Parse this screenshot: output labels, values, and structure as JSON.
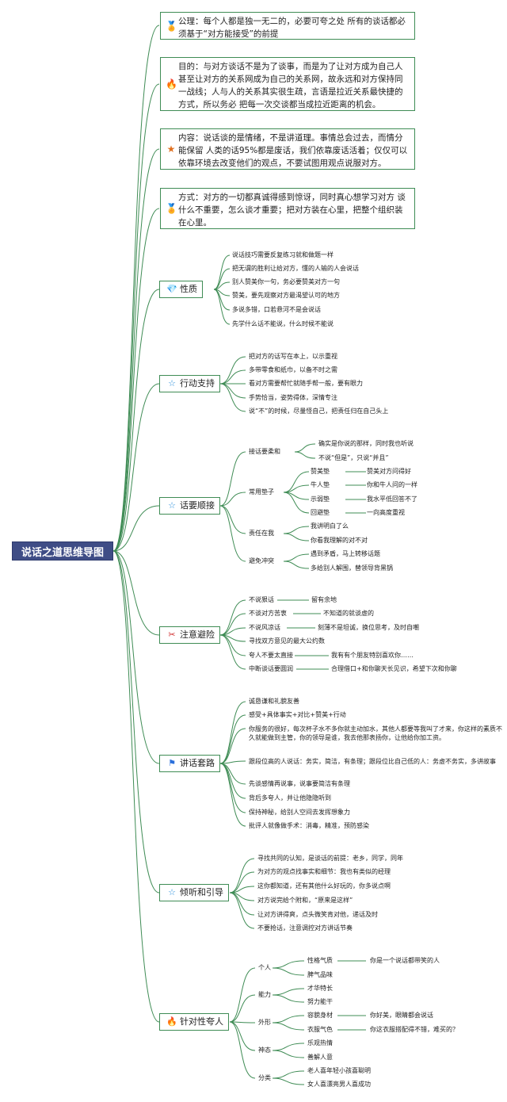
{
  "title": "说话之道思维导图",
  "principles": [
    {
      "label": "公理：每个人都是独一无二的，必要可夸之处 所有的谈话都必须基于“对方能接受”的前提",
      "icon": "medal-icon",
      "color": "#d9a400"
    },
    {
      "label": "目的：与对方谈话不是为了谈事，而是为了让对方成为自己人 甚至让对方的关系网成为自己的关系网，故永远和对方保持同一战线；人与人的关系其实很生疏，言语是拉近关系最快捷的方式，所以务必 把每一次交谈都当成拉近距离的机会。",
      "icon": "flame-icon",
      "color": "#2a6fdb"
    },
    {
      "label": "内容：说话谈的是情绪，不是讲道理。事情总会过去，而情分能保留 人类的话95%都是废话，我们依靠废话活着；仅仅可以依靠环境去改变他们的观点，不要试图用观点说服对方。",
      "icon": "star-icon",
      "color": "#e07020"
    },
    {
      "label": "方式：对方的一切都真诚得感到惊讶，同时真心想学习对方 谈什么不重要，怎么谈才重要；把对方装在心里，把整个组织装在心里。",
      "icon": "medal-icon",
      "color": "#d9a400"
    }
  ],
  "categories": [
    {
      "label": "性质",
      "icon": "gem-icon",
      "color": "#e8b400",
      "items": [
        "说话技巧需要反复练习就和做题一样",
        "把无谓的胜利让给对方，懂的人输的人会说话",
        "别人赞美你一句，务必要赞美对方一句",
        "赞美，要先观察对方最渴望认可的地方",
        "多说多错，口若悬河不是会说话",
        "先学什么话不能说，什么时候不能说"
      ]
    },
    {
      "label": "行动支持",
      "icon": "star-outline-icon",
      "color": "#2a8fdb",
      "items": [
        "把对方的话写在本上，以示重视",
        "多带零食和纸巾，以备不时之需",
        "看对方需要帮忙就随手帮一般，要有眼力",
        "手势恰当，姿势得体，深情专注",
        "说“不”的时候，尽量怪自己，把责任归在自己头上"
      ]
    },
    {
      "label": "话要顺接",
      "icon": "star-outline-icon",
      "color": "#2a8fdb",
      "groups": [
        {
          "label": "接话要柔和",
          "items": [
            "确实是你说的那样，同时我也听说",
            "不说“但是”，只说“并且”"
          ]
        },
        {
          "label": "常用垫子",
          "pairs": [
            [
              "赞美垫",
              "赞美对方问得好"
            ],
            [
              "牛人垫",
              "你和牛人问的一样"
            ],
            [
              "示弱垫",
              "我水平低回答不了"
            ],
            [
              "回避垫",
              "一向高度重视"
            ]
          ]
        },
        {
          "label": "责任在我",
          "items": [
            "我讲明白了么",
            "你看我理解的对不对"
          ]
        },
        {
          "label": "避免冲突",
          "items": [
            "遇到矛盾，马上转移话题",
            "多给别人解围，替领导背黑锅"
          ]
        }
      ]
    },
    {
      "label": "注意避险",
      "icon": "scissors-icon",
      "color": "#d03030",
      "rows": [
        [
          "不说狠话",
          "留有余地"
        ],
        [
          "不谈对方苦衷",
          "不知道的就谈虚的"
        ],
        [
          "不说风凉话",
          "刻薄不是坦诚，换位思考，及时自嘲"
        ],
        [
          "寻找双方意见的最大公约数",
          ""
        ],
        [
          "夸人不要太直接",
          "我有有个朋友特别喜欢你……"
        ],
        [
          "中断谈话要圆润",
          "合理借口+和你聊天长见识，希望下次和你聊"
        ]
      ]
    },
    {
      "label": "讲话套路",
      "icon": "flag-icon",
      "color": "#2a6fdb",
      "items": [
        "诚恳谦和礼貌友善",
        "感受+具体事实+对比+赞美+行动",
        "你服务的很好，每次杯子水不多你就主动加水，其他人都要等我叫了才来，你这样的素质不久就能做到主管，你的领导是谁，我去他那表扬你，让他给你加工资。",
        "跟段位高的人说话：务实，简洁，有条理；跟段位比自己低的人：务虚不务实，多讲故事",
        "先谈感情再说事，说事要简洁有条理",
        "背后多夸人，并让他隐隐听到",
        "保持神秘，给别人空间去发挥想象力",
        "批评人就像做手术：消毒，精准，预防感染"
      ]
    },
    {
      "label": "倾听和引导",
      "icon": "star-outline-icon",
      "color": "#2a8fdb",
      "items": [
        "寻找共同的认知，是谈话的前提：老乡，同学，同年",
        "为对方的观点找事实和细节：我也有类似的经理",
        "这你都知道，还有其他什么好玩的，你多说点啊",
        "对方说完给个附和，“原来是这样”",
        "让对方讲得爽，点头微笑肯对他，递话及时",
        "不要抢话，注意调控对方讲话节奏"
      ]
    },
    {
      "label": "针对性夸人",
      "icon": "flame-icon",
      "color": "#e04020",
      "groups": [
        {
          "label": "个人",
          "rows": [
            [
              "性格气质",
              "你是一个说话都带笑的人"
            ],
            [
              "脾气品味",
              ""
            ]
          ]
        },
        {
          "label": "能力",
          "rows": [
            [
              "才华特长",
              ""
            ],
            [
              "努力能干",
              ""
            ]
          ]
        },
        {
          "label": "外形",
          "rows": [
            [
              "容貌身材",
              "你好美，眼睛都会说话"
            ],
            [
              "衣服气色",
              "你这衣服搭配得不错，难买的？"
            ]
          ]
        },
        {
          "label": "神态",
          "rows": [
            [
              "乐观热情",
              ""
            ],
            [
              "善解人意",
              ""
            ]
          ]
        },
        {
          "label": "分类",
          "rows": [
            [
              "老人喜年轻小孩喜聪明",
              ""
            ],
            [
              "女人喜漂亮男人喜成功",
              ""
            ]
          ]
        }
      ]
    }
  ]
}
